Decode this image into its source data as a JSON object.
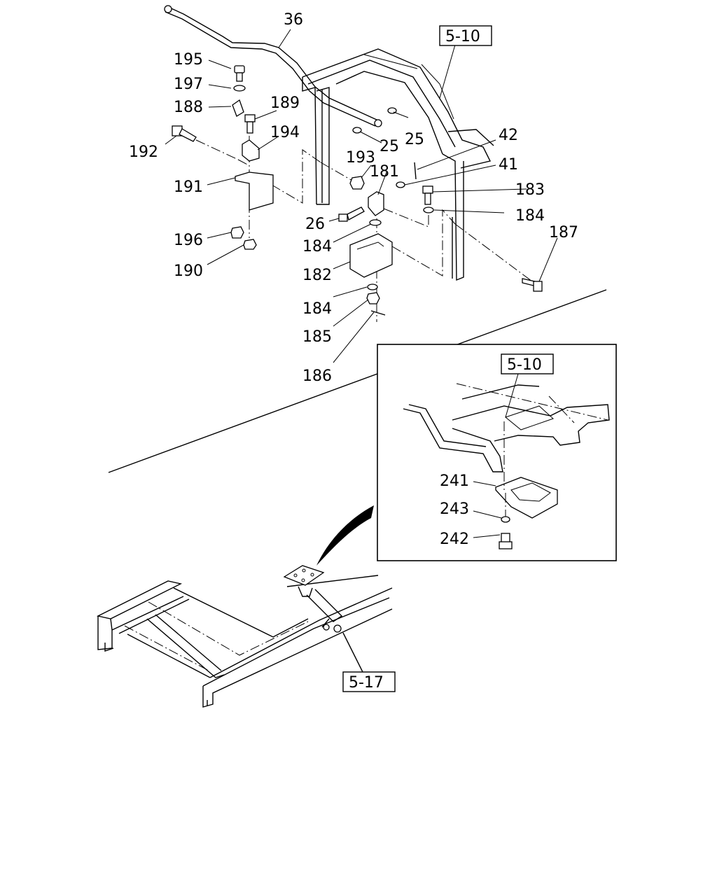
{
  "diagram": {
    "callouts": {
      "c36": "36",
      "c195": "195",
      "c197": "197",
      "c188": "188",
      "c189": "189",
      "c194": "194",
      "c192": "192",
      "c191": "191",
      "c196": "196",
      "c190": "190",
      "c193": "193",
      "c181": "181",
      "c25a": "25",
      "c25b": "25",
      "c42": "42",
      "c41": "41",
      "c183": "183",
      "c184a": "184",
      "c26": "26",
      "c184b": "184",
      "c182": "182",
      "c184c": "184",
      "c185": "185",
      "c186": "186",
      "c187": "187",
      "c241": "241",
      "c243": "243",
      "c242": "242"
    },
    "refs": {
      "ref_top": "5-10",
      "ref_inset": "5-10",
      "ref_bottom": "5-17"
    }
  }
}
